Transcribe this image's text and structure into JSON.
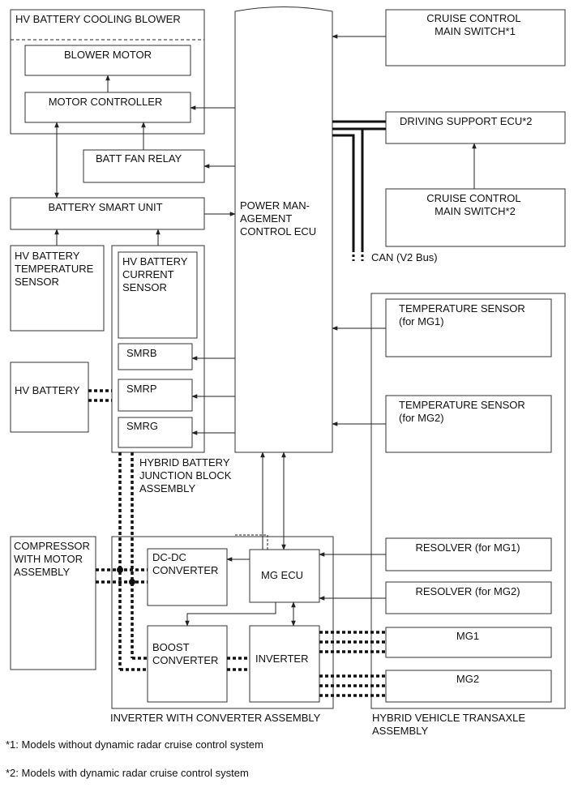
{
  "blocks": {
    "hv_cooling_blower": "HV BATTERY COOLING BLOWER",
    "blower_motor": "BLOWER MOTOR",
    "motor_controller": "MOTOR CONTROLLER",
    "batt_fan_relay": "BATT FAN RELAY",
    "battery_smart_unit": "BATTERY SMART UNIT",
    "hv_battery_temp_sensor": [
      "HV BATTERY",
      "TEMPERATURE",
      "SENSOR"
    ],
    "hv_battery_current_sensor": [
      "HV BATTERY",
      "CURRENT",
      "SENSOR"
    ],
    "smrb": "SMRB",
    "smrp": "SMRP",
    "smrg": "SMRG",
    "hv_battery": "HV BATTERY",
    "hybrid_battery_junction_block": [
      "HYBRID BATTERY",
      "JUNCTION BLOCK",
      "ASSEMBLY"
    ],
    "power_management_ecu": [
      "POWER MAN-",
      "AGEMENT",
      "CONTROL ECU"
    ],
    "cruise_control_main_switch_1": [
      "CRUISE CONTROL",
      "MAIN SWITCH*1"
    ],
    "driving_support_ecu": "DRIVING SUPPORT ECU*2",
    "cruise_control_main_switch_2": [
      "CRUISE CONTROL",
      "MAIN SWITCH*2"
    ],
    "can_bus": "CAN (V2 Bus)",
    "temp_sensor_mg1": [
      "TEMPERATURE SENSOR",
      "(for MG1)"
    ],
    "temp_sensor_mg2": [
      "TEMPERATURE SENSOR",
      "(for MG2)"
    ],
    "resolver_mg1": "RESOLVER (for MG1)",
    "resolver_mg2": "RESOLVER (for MG2)",
    "mg1": "MG1",
    "mg2": "MG2",
    "compressor": [
      "COMPRESSOR",
      "WITH MOTOR",
      "ASSEMBLY"
    ],
    "dcdc_converter": [
      "DC-DC",
      "CONVERTER"
    ],
    "mg_ecu": "MG ECU",
    "boost_converter": [
      "BOOST",
      "CONVERTER"
    ],
    "inverter": "INVERTER",
    "inverter_assembly": "INVERTER WITH CONVERTER ASSEMBLY",
    "transaxle_assembly": [
      "HYBRID VEHICLE TRANSAXLE",
      "ASSEMBLY"
    ]
  },
  "notes": {
    "note1": "*1: Models without dynamic radar cruise control system",
    "note2": "*2: Models with dynamic radar cruise control system"
  }
}
